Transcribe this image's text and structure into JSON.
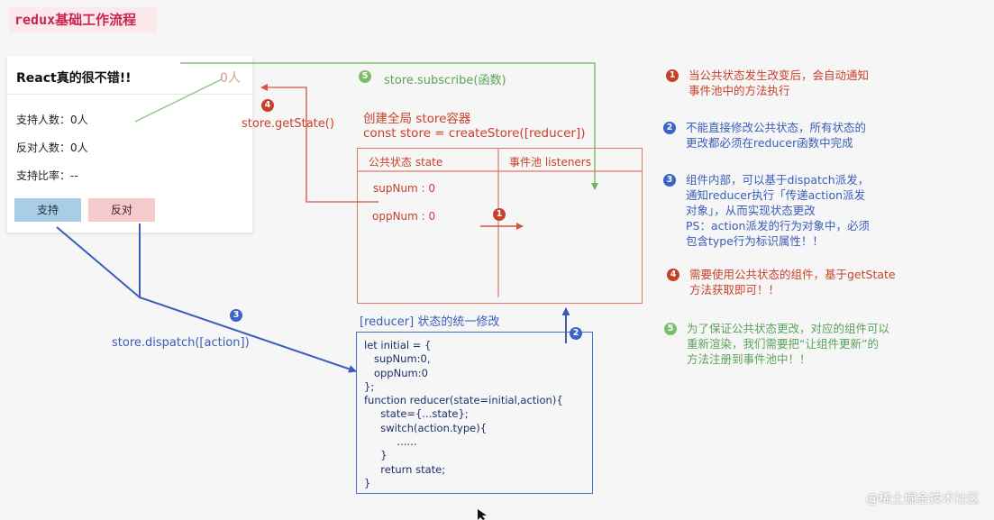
{
  "header": {
    "title": "redux基础工作流程"
  },
  "demo_card": {
    "title": "React真的很不错!!",
    "count": "0人",
    "support_count": "支持人数：0人",
    "oppose_count": "反对人数：0人",
    "ratio": "支持比率：--",
    "support_button": "支持",
    "oppose_button": "反对"
  },
  "store": {
    "title_line1": "创建全局 store容器",
    "title_line2": "const store = createStore([reducer])",
    "state_header": "公共状态 state",
    "listeners_header": "事件池 listeners",
    "sup_num": "supNum : 0",
    "opp_num": "oppNum : 0"
  },
  "reducer": {
    "title": "[reducer] 状态的统一修改",
    "code_lines": [
      "let initial = {",
      "   supNum:0,",
      "   oppNum:0",
      "};",
      "function reducer(state=initial,action){",
      "     state={...state};",
      "     switch(action.type){",
      "          ......",
      "     }",
      "     return state;",
      "}"
    ]
  },
  "labels": {
    "subscribe": "store.subscribe(函数)",
    "get_state": "store.getState()",
    "dispatch": "store.dispatch([action])"
  },
  "badges": {
    "one": "1",
    "two": "2",
    "three": "3",
    "four": "4",
    "five": "5"
  },
  "notes": [
    {
      "num": "1",
      "lines": [
        "当公共状态发生改变后，会自动通知",
        "事件池中的方法执行"
      ]
    },
    {
      "num": "2",
      "lines": [
        "不能直接修改公共状态，所有状态的",
        "更改都必须在reducer函数中完成"
      ]
    },
    {
      "num": "3",
      "lines": [
        "组件内部，可以基于dispatch派发，",
        "通知reducer执行「传递action派发",
        "对象」，从而实现状态更改",
        "PS：action派发的行为对象中，必须",
        "包含type行为标识属性！！"
      ]
    },
    {
      "num": "4",
      "lines": [
        "需要使用公共状态的组件，基于getState",
        "方法获取即可！！"
      ]
    },
    {
      "num": "5",
      "lines": [
        "为了保证公共状态更改，对应的组件可以",
        "重新渲染，我们需要把“让组件更新”的",
        "方法注册到事件池中！！"
      ]
    }
  ],
  "watermark": "@稀土掘金技术社区",
  "colors": {
    "red": "#c9402a",
    "blue": "#3b5db8",
    "green": "#5aa35a",
    "header_bg": "#fbe9ec"
  }
}
